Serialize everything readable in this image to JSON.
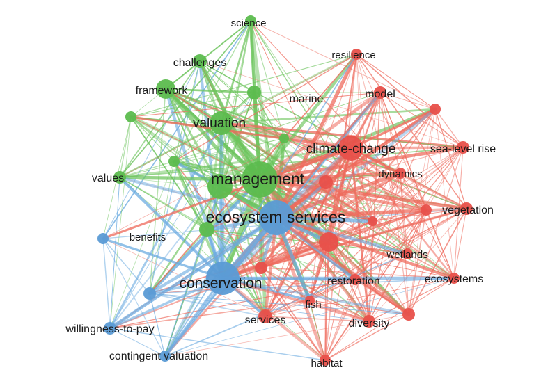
{
  "colors": {
    "green": "#5cbc4e",
    "red": "#e8504a",
    "blue": "#5b9bd5",
    "green_line": "#6cc45c",
    "red_line": "#ee6a5c",
    "blue_line": "#6aaae0"
  },
  "nodes": [
    {
      "id": "science",
      "label": "science",
      "cluster": "green",
      "weight": 1
    },
    {
      "id": "challenges",
      "label": "challenges",
      "cluster": "green",
      "weight": 1
    },
    {
      "id": "framework",
      "label": "framework",
      "cluster": "green",
      "weight": 2
    },
    {
      "id": "marine",
      "label": "marine",
      "cluster": "green",
      "weight": 1
    },
    {
      "id": "valuation",
      "label": "valuation",
      "cluster": "green",
      "weight": 3
    },
    {
      "id": "g-small-1",
      "label": "",
      "cluster": "green",
      "weight": 1
    },
    {
      "id": "g-small-2",
      "label": "",
      "cluster": "green",
      "weight": 1
    },
    {
      "id": "g-small-3",
      "label": "",
      "cluster": "green",
      "weight": 1
    },
    {
      "id": "values",
      "label": "values",
      "cluster": "green",
      "weight": 1
    },
    {
      "id": "management",
      "label": "management",
      "cluster": "green",
      "weight": 5
    },
    {
      "id": "g-mid-1",
      "label": "",
      "cluster": "green",
      "weight": 2
    },
    {
      "id": "g-mid-2",
      "label": "",
      "cluster": "green",
      "weight": 1
    },
    {
      "id": "resilience",
      "label": "resilience",
      "cluster": "red",
      "weight": 1
    },
    {
      "id": "model",
      "label": "model",
      "cluster": "red",
      "weight": 1
    },
    {
      "id": "r-small-1",
      "label": "",
      "cluster": "red",
      "weight": 1
    },
    {
      "id": "climate-change",
      "label": "climate-change",
      "cluster": "red",
      "weight": 3
    },
    {
      "id": "sea-level-rise",
      "label": "sea-level rise",
      "cluster": "red",
      "weight": 1
    },
    {
      "id": "dynamics",
      "label": "dynamics",
      "cluster": "red",
      "weight": 1
    },
    {
      "id": "r-small-2",
      "label": "",
      "cluster": "red",
      "weight": 1
    },
    {
      "id": "vegetation",
      "label": "vegetation",
      "cluster": "red",
      "weight": 1
    },
    {
      "id": "r-small-3",
      "label": "",
      "cluster": "red",
      "weight": 1
    },
    {
      "id": "r-mid-1",
      "label": "",
      "cluster": "red",
      "weight": 2
    },
    {
      "id": "wetlands",
      "label": "wetlands",
      "cluster": "red",
      "weight": 1
    },
    {
      "id": "r-small-4",
      "label": "",
      "cluster": "red",
      "weight": 1
    },
    {
      "id": "ecosystems",
      "label": "ecosystems",
      "cluster": "red",
      "weight": 1
    },
    {
      "id": "restoration",
      "label": "restoration",
      "cluster": "red",
      "weight": 1
    },
    {
      "id": "fish",
      "label": "fish",
      "cluster": "red",
      "weight": 1
    },
    {
      "id": "services",
      "label": "services",
      "cluster": "red",
      "weight": 1
    },
    {
      "id": "diversity",
      "label": "diversity",
      "cluster": "red",
      "weight": 1
    },
    {
      "id": "r-small-5",
      "label": "",
      "cluster": "red",
      "weight": 1
    },
    {
      "id": "habitat",
      "label": "habitat",
      "cluster": "red",
      "weight": 1
    },
    {
      "id": "r-small-6",
      "label": "",
      "cluster": "red",
      "weight": 1
    },
    {
      "id": "ecosystem-services",
      "label": "ecosystem services",
      "cluster": "blue",
      "weight": 5
    },
    {
      "id": "benefits",
      "label": "benefits",
      "cluster": "blue",
      "weight": 1
    },
    {
      "id": "conservation",
      "label": "conservation",
      "cluster": "blue",
      "weight": 4
    },
    {
      "id": "b-small-1",
      "label": "",
      "cluster": "blue",
      "weight": 1
    },
    {
      "id": "willingness-to-pay",
      "label": "willingness-to-pay",
      "cluster": "blue",
      "weight": 1
    },
    {
      "id": "contingent-valuation",
      "label": "contingent valuation",
      "cluster": "blue",
      "weight": 1
    }
  ]
}
